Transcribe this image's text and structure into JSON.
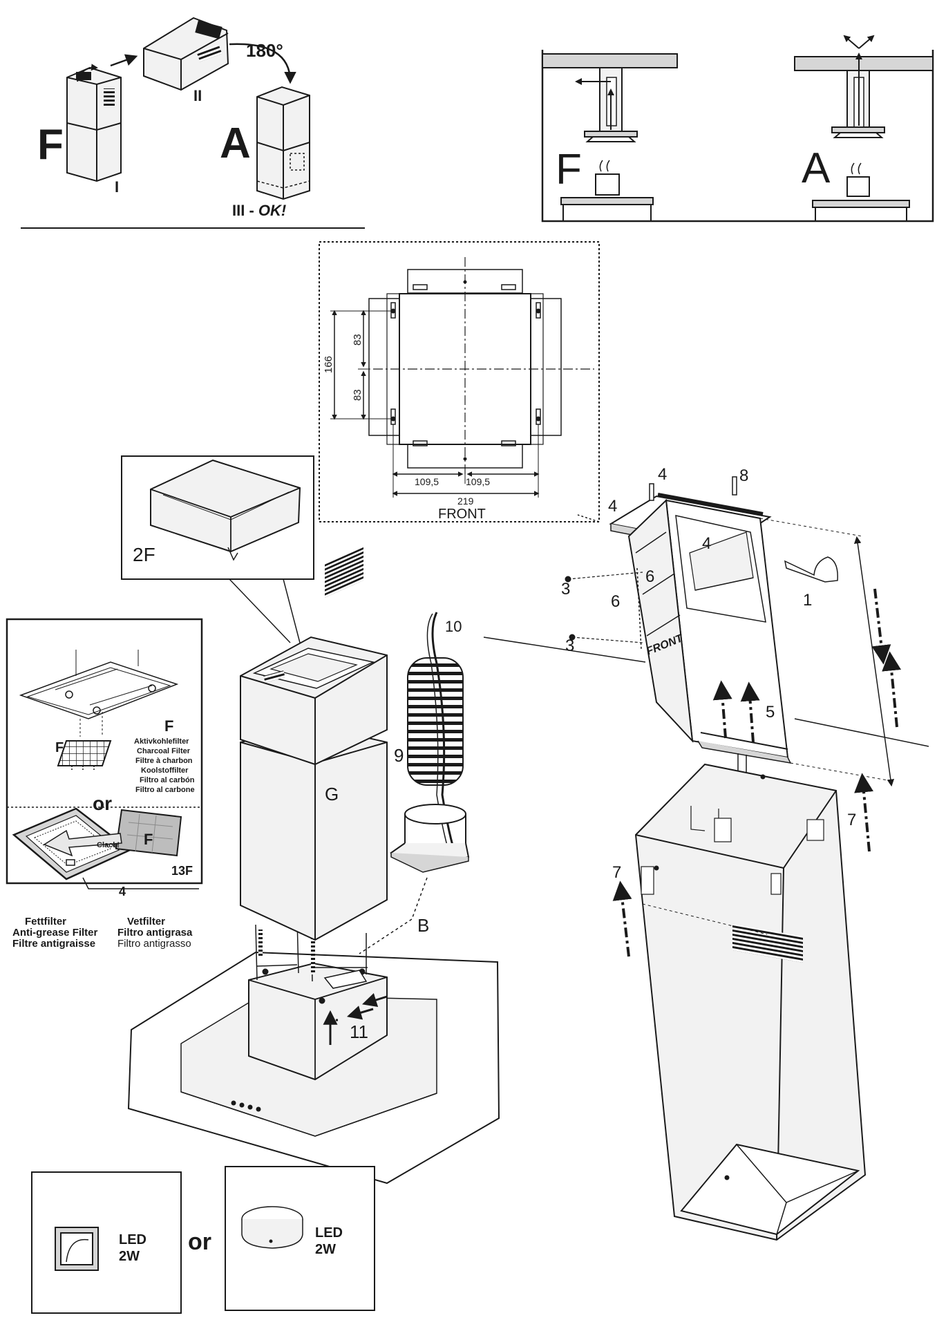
{
  "colors": {
    "ink": "#1a1a1a",
    "face": "#f2f2f2",
    "shade": "#d6d6d6",
    "dark": "#555555",
    "paper": "#ffffff"
  },
  "topleft": {
    "label_f": "F",
    "label_a": "A",
    "step_i": "I",
    "step_ii": "II",
    "step_iii_prefix": "III - ",
    "step_iii_ok": "OK!",
    "rotation": "180°"
  },
  "topright": {
    "label_f": "F",
    "label_a": "A"
  },
  "dimensions": {
    "d166": "166",
    "d83_top": "83",
    "d83_bottom": "83",
    "d109_left": "109,5",
    "d109_right": "109,5",
    "d219": "219",
    "front": "FRONT"
  },
  "callout_2f": "2F",
  "filter_panel": {
    "label_f_left": "F",
    "label_f_title": "F",
    "charcoal_lines": [
      "Aktivkohlefilter",
      "Charcoal Filter",
      "Filtre à charbon",
      "Koolstoffilter",
      "Filtro al carbón",
      "Filtro al carbone"
    ],
    "or": "or",
    "label_f_cassette": "F",
    "clack": "Clack!",
    "label_13f": "13F",
    "label_4": "4",
    "grease_left": [
      "Fettfilter",
      "Anti-grease Filter",
      "Filtre antigraisse"
    ],
    "grease_right": [
      "Vetfilter",
      "Filtro antigrasa",
      "Filtro antigrasso"
    ]
  },
  "parts": {
    "p1": "1",
    "p3a": "3",
    "p3b": "3",
    "p4a": "4",
    "p4b": "4",
    "p4c": "4",
    "p5": "5",
    "p6a": "6",
    "p6b": "6",
    "p7a": "7",
    "p7b": "7",
    "p8": "8",
    "p9": "9",
    "p10": "10",
    "p11": "11",
    "pg": "G",
    "pb": "B",
    "bracket_front": "FRONT"
  },
  "led": {
    "left_line1": "LED",
    "left_line2": "2W",
    "or": "or",
    "right_line1": "LED",
    "right_line2": "2W"
  }
}
